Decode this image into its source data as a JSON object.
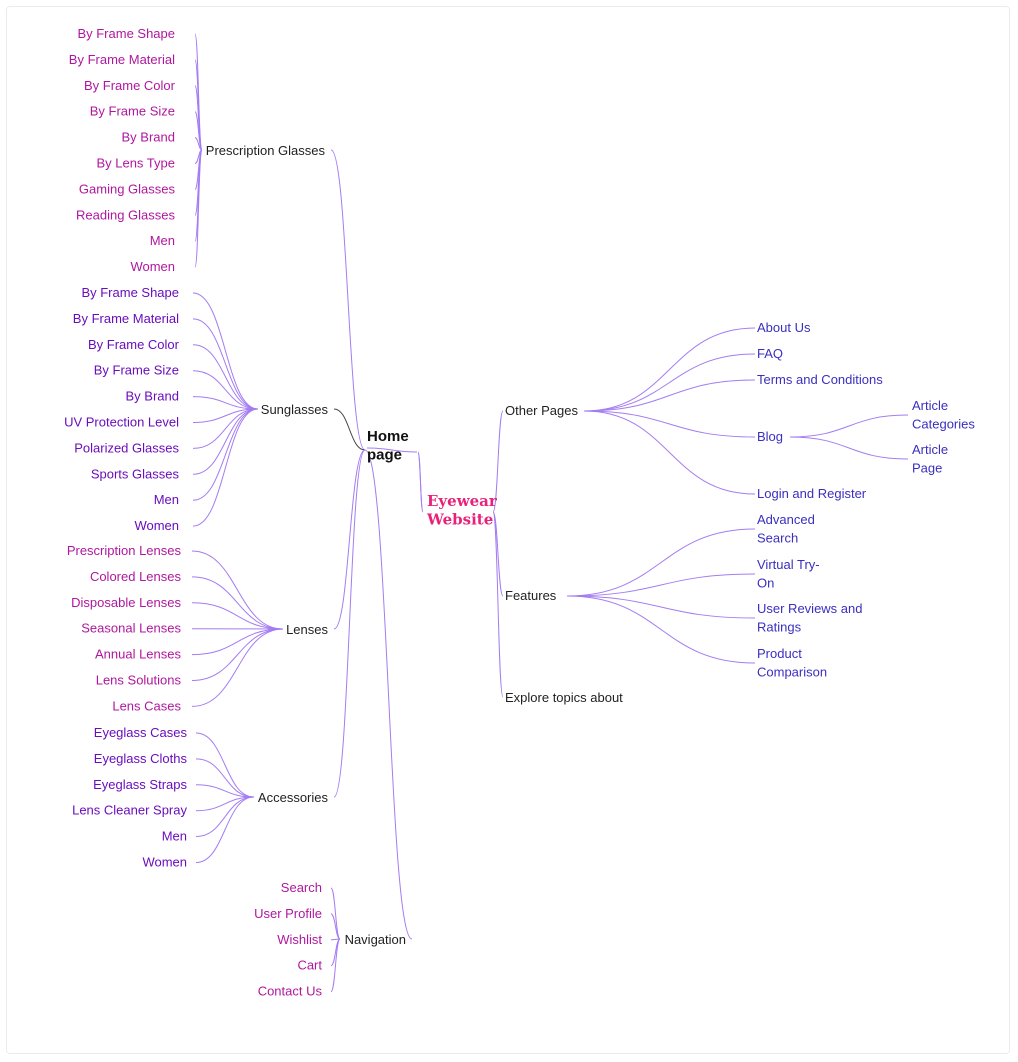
{
  "root": "Eyewear Website",
  "home": "Home page",
  "categories": {
    "prescription": {
      "label": "Prescription Glasses",
      "items": [
        "By Frame Shape",
        "By Frame Material",
        "By Frame Color",
        "By Frame Size",
        "By Brand",
        "By Lens Type",
        "Gaming Glasses",
        "Reading Glasses",
        "Men",
        "Women"
      ]
    },
    "sunglasses": {
      "label": "Sunglasses",
      "items": [
        "By Frame Shape",
        "By Frame Material",
        "By Frame Color",
        "By Frame Size",
        "By Brand",
        "UV Protection Level",
        "Polarized Glasses",
        "Sports Glasses",
        "Men",
        "Women"
      ]
    },
    "lenses": {
      "label": "Lenses",
      "items": [
        "Prescription Lenses",
        "Colored Lenses",
        "Disposable Lenses",
        "Seasonal Lenses",
        "Annual Lenses",
        "Lens Solutions",
        "Lens Cases"
      ]
    },
    "accessories": {
      "label": "Accessories",
      "items": [
        "Eyeglass Cases",
        "Eyeglass Cloths",
        "Eyeglass Straps",
        "Lens Cleaner Spray",
        "Men",
        "Women"
      ]
    },
    "navigation": {
      "label": "Navigation",
      "items": [
        "Search",
        "User Profile",
        "Wishlist",
        "Cart",
        "Contact Us"
      ]
    }
  },
  "other_pages": {
    "label": "Other Pages",
    "items": [
      "About Us",
      "FAQ",
      "Terms and Conditions",
      "Blog",
      "Login and Register"
    ],
    "blog_children": [
      [
        "Article",
        "Categories"
      ],
      [
        "Article",
        "Page"
      ]
    ]
  },
  "features": {
    "label": "Features",
    "items": [
      [
        "Advanced",
        "Search"
      ],
      [
        "Virtual Try-",
        "On"
      ],
      [
        "User Reviews and",
        "Ratings"
      ],
      [
        "Product",
        "Comparison"
      ]
    ]
  },
  "explore": "Explore topics about",
  "colors": {
    "edge": "#a47cf2",
    "magenta": "#b0179e",
    "purple": "#6a0dbd",
    "blue": "#3a2fbf",
    "root": "#e8227a"
  }
}
